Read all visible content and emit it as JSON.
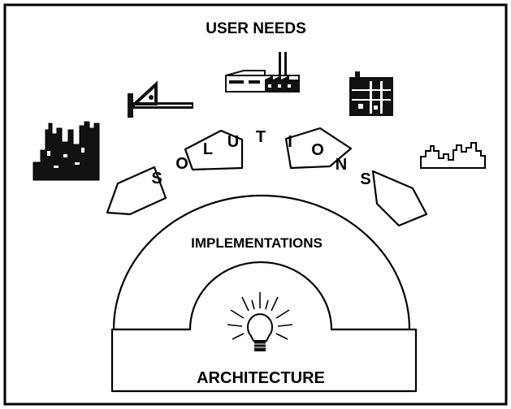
{
  "title": "USER NEEDS",
  "solutions_letters": [
    "S",
    "O",
    "L",
    "U",
    "T",
    "I",
    "O",
    "N",
    "S"
  ],
  "implementations_label": "IMPLEMENTATIONS",
  "architecture_label": "ARCHITECTURE",
  "icons": [
    "factory-complex-icon",
    "drafting-tool-icon",
    "factory-icon",
    "building-construction-icon",
    "city-skyline-icon",
    "lightbulb-icon"
  ],
  "colors": {
    "ink": "#000000",
    "paper": "#ffffff"
  }
}
